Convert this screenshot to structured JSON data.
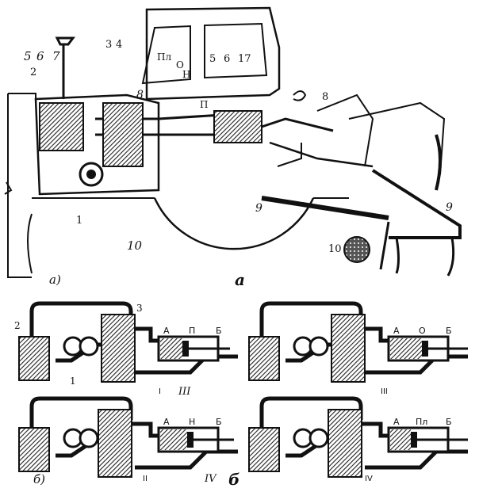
{
  "figure_top": {
    "part_label": "а)",
    "caption_letter": "а",
    "callouts": [
      "5",
      "6",
      "7",
      "2",
      "3",
      "4",
      "8",
      "1",
      "10",
      "5",
      "6",
      "17",
      "8",
      "9",
      "9",
      "10"
    ],
    "cab_positions": [
      "Пл",
      "О",
      "Н",
      "П"
    ]
  },
  "figure_bottom": {
    "part_label": "б)",
    "caption_letter": "б",
    "roman_italic": [
      "III",
      "IV"
    ],
    "panels": [
      {
        "id": "I",
        "position": "П",
        "chamber_a": "А",
        "chamber_b": "Б",
        "pump": "1",
        "tank": "2",
        "distributor": "3"
      },
      {
        "id": "III",
        "position": "О",
        "chamber_a": "А",
        "chamber_b": "Б"
      },
      {
        "id": "II",
        "position": "Н",
        "chamber_a": "А",
        "chamber_b": "Б"
      },
      {
        "id": "IV",
        "position": "Пл",
        "chamber_a": "А",
        "chamber_b": "Б"
      }
    ]
  },
  "colors": {
    "ink": "#111111",
    "paper": "#ffffff",
    "hatch": "#333333"
  }
}
